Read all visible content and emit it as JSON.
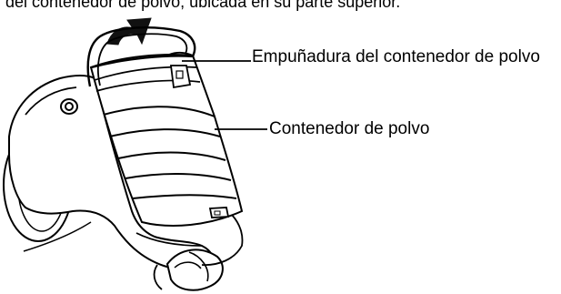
{
  "caption": "del contenedor de polvo, ubicada en su parte superior.",
  "labels": {
    "handle": "Empuñadura del contenedor de polvo",
    "container": "Contenedor de polvo"
  },
  "icons": {
    "lift_arrow": "up-arrow-icon",
    "vacuum": "vacuum-cleaner-illustration"
  },
  "colors": {
    "line": "#000000",
    "fill_dark": "#1a1a1a",
    "fill_mid": "#7a7a7a",
    "fill_light": "#ffffff"
  }
}
